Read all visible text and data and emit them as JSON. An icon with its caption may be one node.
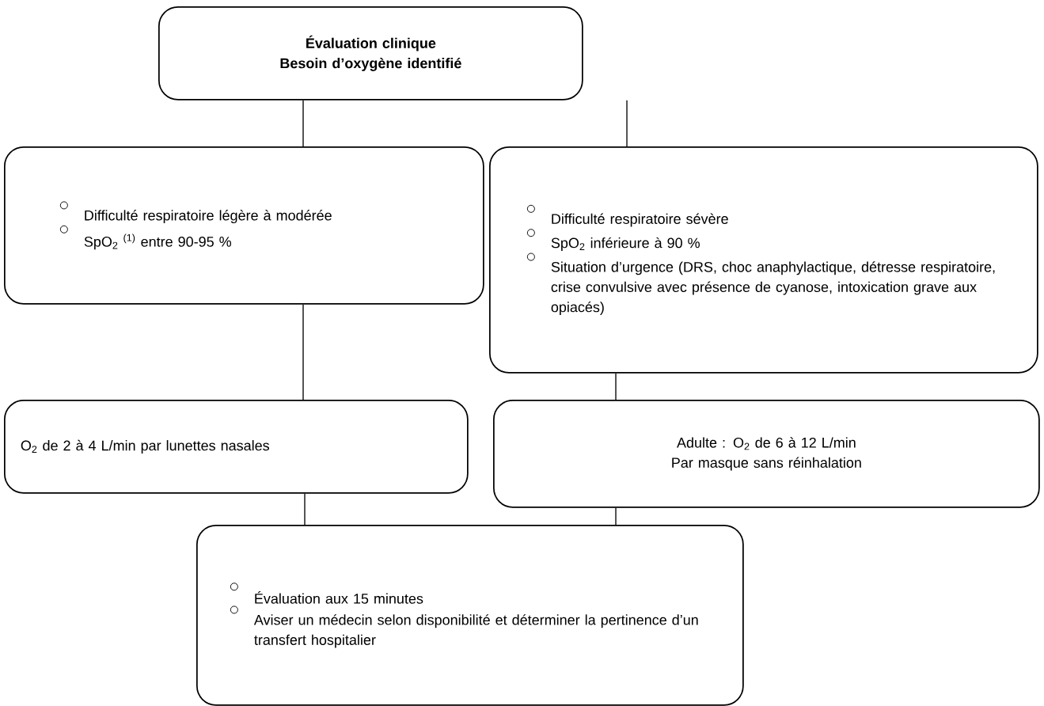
{
  "diagram": {
    "nodes": [
      {
        "text": [
          "Évaluation clinique",
          "Besoin d’oxygène identifié"
        ]
      },
      {
        "text": [
          "Difficulté respiratoire légère à modérée",
          "SpO$_{2}$ $^{(1)}$ entre 90-95 %"
        ]
      },
      {
        "text": [
          "Difficulté respiratoire sévère",
          "SpO$_{2}$ inférieure à 90 %",
          "Situation d’urgence (DRS, choc anaphylactique, détresse respiratoire, crise convulsive avec présence de cyanose, intoxication grave aux opiacés)"
        ]
      },
      {
        "text": [
          "O$_{2}$ de 2 à 4 L/min par lunettes nasales"
        ]
      },
      {
        "text": [
          "Adulte : O$_{2}$ de 6 à 12 L/min",
          "Par masque sans réinhalation"
        ]
      },
      {
        "text": [
          "Évaluation aux 15 minutes",
          "Aviser un médecin selon disponibilité et déterminer la pertinence d’un transfert hospitalier"
        ]
      }
    ],
    "edges": [
      {
        "from": 0,
        "to": 1,
        "arrow": "none"
      },
      {
        "from": 0,
        "to": 2,
        "arrow": "none"
      },
      {
        "from": 1,
        "to": 3,
        "arrow": "none"
      },
      {
        "from": 2,
        "to": 4,
        "arrow": "none"
      },
      {
        "from": 3,
        "to": 5,
        "arrow": "none"
      },
      {
        "from": 4,
        "to": 5,
        "arrow": "none"
      }
    ]
  }
}
